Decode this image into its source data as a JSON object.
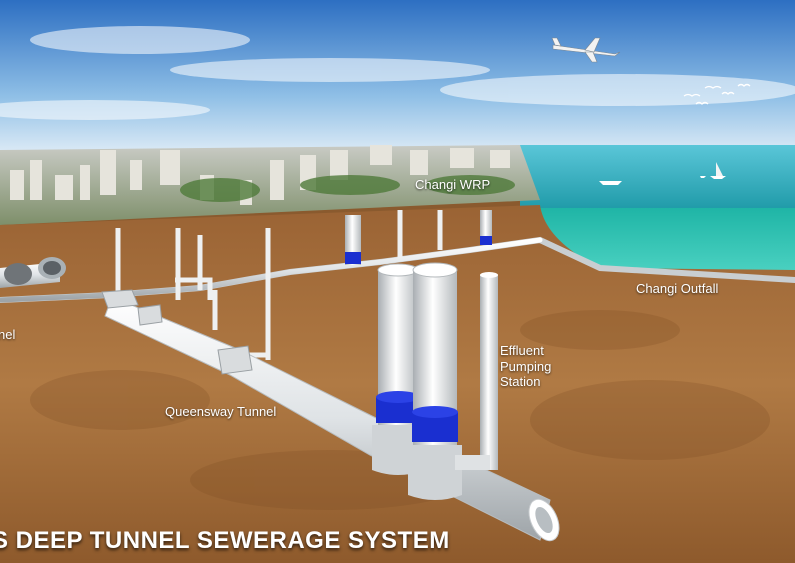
{
  "labels": {
    "changi_wrp": "Changi WRP",
    "changi_outfall": "Changi Outfall",
    "effluent_pumping_station": "Effluent Pumping Station",
    "queensway_tunnel": "Queensway Tunnel",
    "left_tunnel_fragment": "nel"
  },
  "title": "S DEEP TUNNEL SEWERAGE SYSTEM",
  "colors": {
    "sky_top": "#2d6fc2",
    "sky_bottom": "#cfe3f5",
    "sea": "#3fb8c6",
    "soil": "#a8703e",
    "pipe": "#e4e6e8",
    "shaft_blue": "#1a2fd0"
  }
}
